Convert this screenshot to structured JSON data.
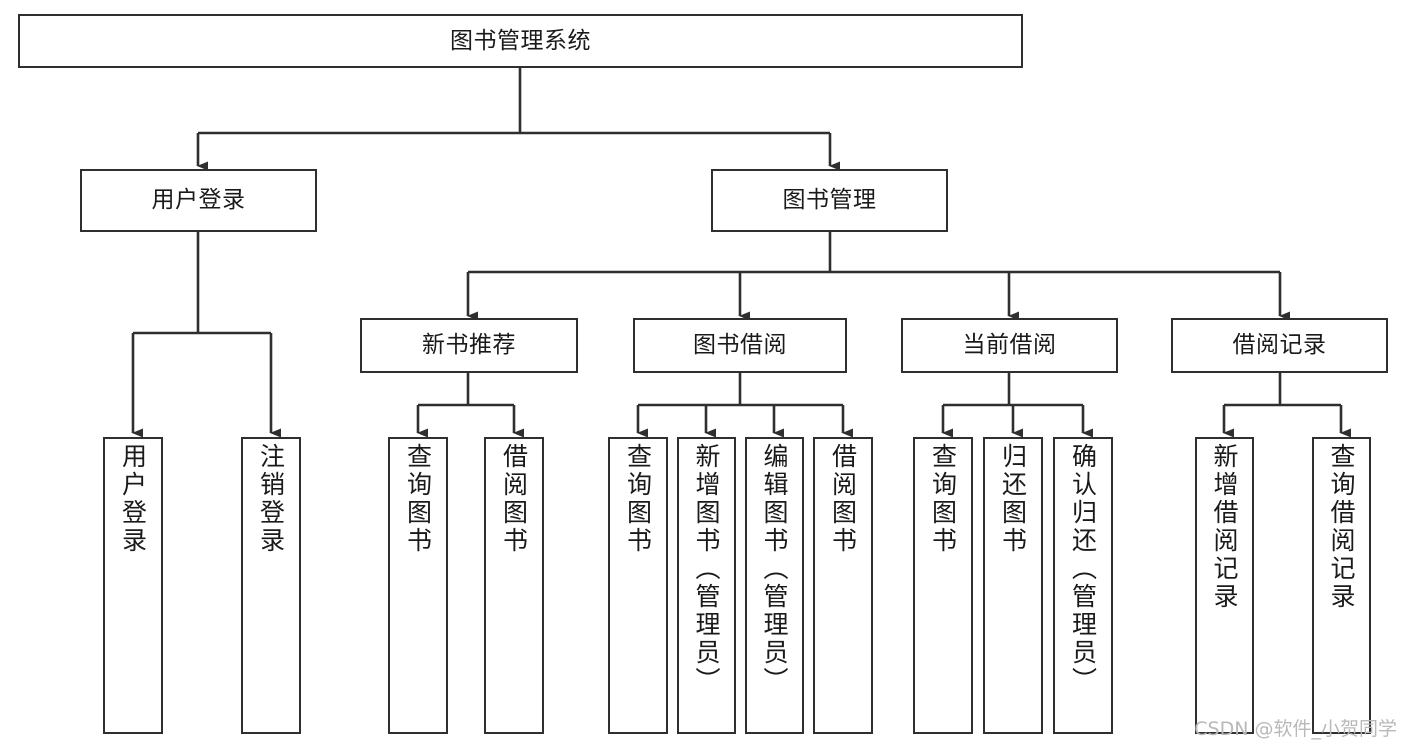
{
  "diagram": {
    "title": "图书管理系统",
    "type": "tree-hierarchy",
    "watermark": "CSDN @软件_小贺同学",
    "colors": {
      "stroke": "#2f2f2f",
      "fill": "#ffffff",
      "text": "#1a1a1a",
      "watermark": "#b9b9b9"
    },
    "nodes": {
      "root": {
        "label": "图书管理系统",
        "level": 1
      },
      "user_login": {
        "label": "用户登录",
        "level": 2
      },
      "book_manage": {
        "label": "图书管理",
        "level": 2
      },
      "new_book_rec": {
        "label": "新书推荐",
        "level": 3
      },
      "book_borrow": {
        "label": "图书借阅",
        "level": 3
      },
      "current_borrow": {
        "label": "当前借阅",
        "level": 3
      },
      "borrow_record": {
        "label": "借阅记录",
        "level": 3
      },
      "leaf_user_login": {
        "label": "用户登录",
        "level": 3
      },
      "leaf_logout": {
        "label": "注销登录",
        "level": 3
      },
      "leaf_query_book_1": {
        "label": "查询图书",
        "level": 4
      },
      "leaf_borrow_book_1": {
        "label": "借阅图书",
        "level": 4
      },
      "leaf_query_book_2": {
        "label": "查询图书",
        "level": 4
      },
      "leaf_add_book": {
        "label": "新增图书（管理员）",
        "level": 4
      },
      "leaf_edit_book": {
        "label": "编辑图书（管理员）",
        "level": 4
      },
      "leaf_borrow_book_2": {
        "label": "借阅图书",
        "level": 4
      },
      "leaf_query_book_3": {
        "label": "查询图书",
        "level": 4
      },
      "leaf_return_book": {
        "label": "归还图书",
        "level": 4
      },
      "leaf_confirm_return": {
        "label": "确认归还（管理员）",
        "level": 4
      },
      "leaf_add_record": {
        "label": "新增借阅记录",
        "level": 4
      },
      "leaf_query_record": {
        "label": "查询借阅记录",
        "level": 4
      }
    }
  }
}
